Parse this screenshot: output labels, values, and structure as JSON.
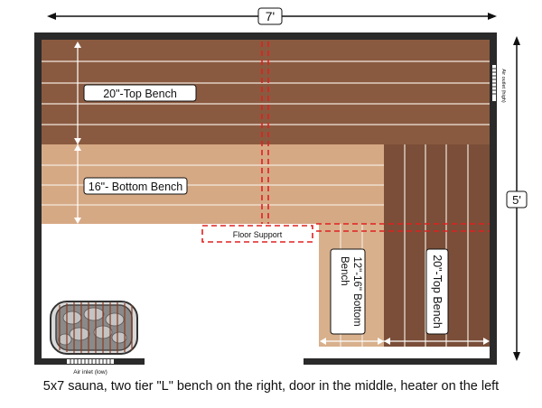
{
  "dimensions": {
    "width": "7'",
    "height": "5'"
  },
  "labels": {
    "top_bench_left": "20\"-Top Bench",
    "bottom_bench_left": "16\"- Bottom Bench",
    "floor_support": "Floor Support",
    "bottom_bench_right_line1": "12\"-16\" Bottom",
    "bottom_bench_right_line2": "Bench",
    "top_bench_right": "20\"-Top Bench",
    "air_outlet": "Air outlet (high)",
    "air_inlet": "Air inlet (low)"
  },
  "caption": "5x7 sauna, two tier  \"L\" bench on the right, door in the middle, heater on the left",
  "colors": {
    "wall": "#2a2a2a",
    "top_bench": "#8a5a40",
    "bottom_bench": "#d6a985",
    "right_top_bench": "#7a4e38",
    "right_bottom_bench": "#d8b08c",
    "floor_support_line": "#e02020"
  }
}
